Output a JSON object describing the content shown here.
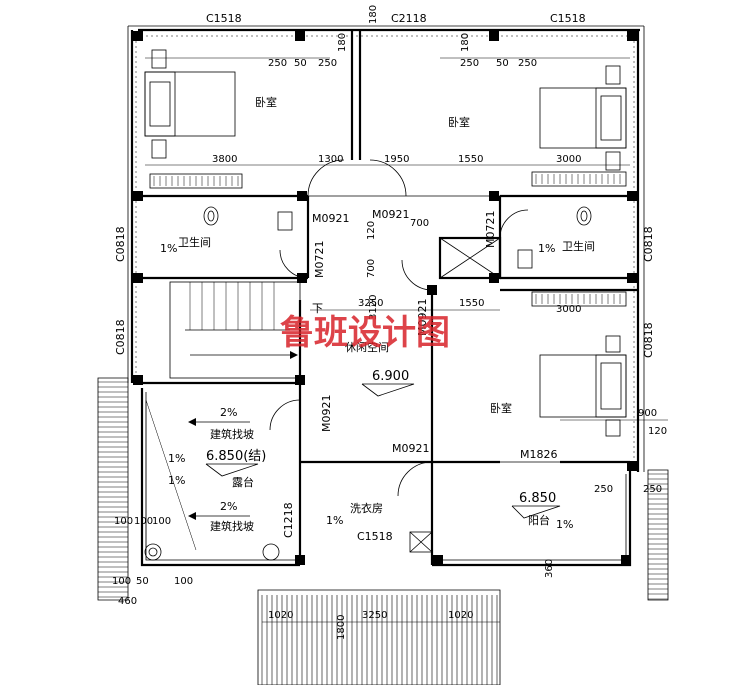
{
  "windows": {
    "top_left": "C1518",
    "top_mid": "C2118",
    "top_right": "C1518",
    "left_1": "C0818",
    "left_2": "C0818",
    "right_1": "C0818",
    "right_2": "C0818",
    "bottom_left": "C1218",
    "bottom_mid": "C1518",
    "terrace_door": "M1826"
  },
  "doors": {
    "d1": "M0921",
    "d2": "M0921",
    "d3": "M0721",
    "d4": "M0721",
    "d5": "M0921",
    "d6": "M0921",
    "d7": "M0921"
  },
  "rooms": {
    "bedroom_nw": "卧室",
    "bedroom_ne": "卧室",
    "bedroom_e": "卧室",
    "bath_w": "卫生间",
    "bath_e": "卫生间",
    "lounge": "休闲空间",
    "laundry": "洗衣房",
    "terrace": "露台",
    "balcony": "阳台"
  },
  "levels": {
    "lounge": "6.900",
    "terrace": "6.850(结)",
    "balcony": "6.850"
  },
  "slopes": {
    "s1": "2%",
    "s2": "2%",
    "s3": "1%",
    "s4": "1%",
    "s5": "1%",
    "s6": "1%",
    "s7": "1%",
    "s8": "1%"
  },
  "notes": {
    "slope_a": "建筑找坡",
    "slope_b": "建筑找坡",
    "stair_down": "下"
  },
  "dimensions": {
    "d3800": "3800",
    "d1300": "1300",
    "d1950": "1950",
    "d1550": "1550",
    "d3000": "3000",
    "d3250": "3250",
    "d1550b": "1550",
    "d3250b": "3250",
    "d1020a": "1020",
    "d1020b": "1020",
    "d250a": "250",
    "d50a": "50",
    "d250b": "250",
    "d250c": "250",
    "d50b": "50",
    "d250d": "250",
    "d180a": "180",
    "d180b": "180",
    "d180c": "180",
    "d700a": "700",
    "d700b": "700",
    "d120a": "120",
    "d900": "900",
    "d120b": "120",
    "d250e": "250",
    "d250f": "250",
    "d100a": "100",
    "d100b": "100",
    "d100c": "100",
    "d100d": "100",
    "d50c": "50",
    "d3120": "3120",
    "d360": "360",
    "d1800": "1800",
    "d3000b": "3000",
    "d460": "460",
    "d100e": "100"
  },
  "watermark": "鲁班设计图"
}
